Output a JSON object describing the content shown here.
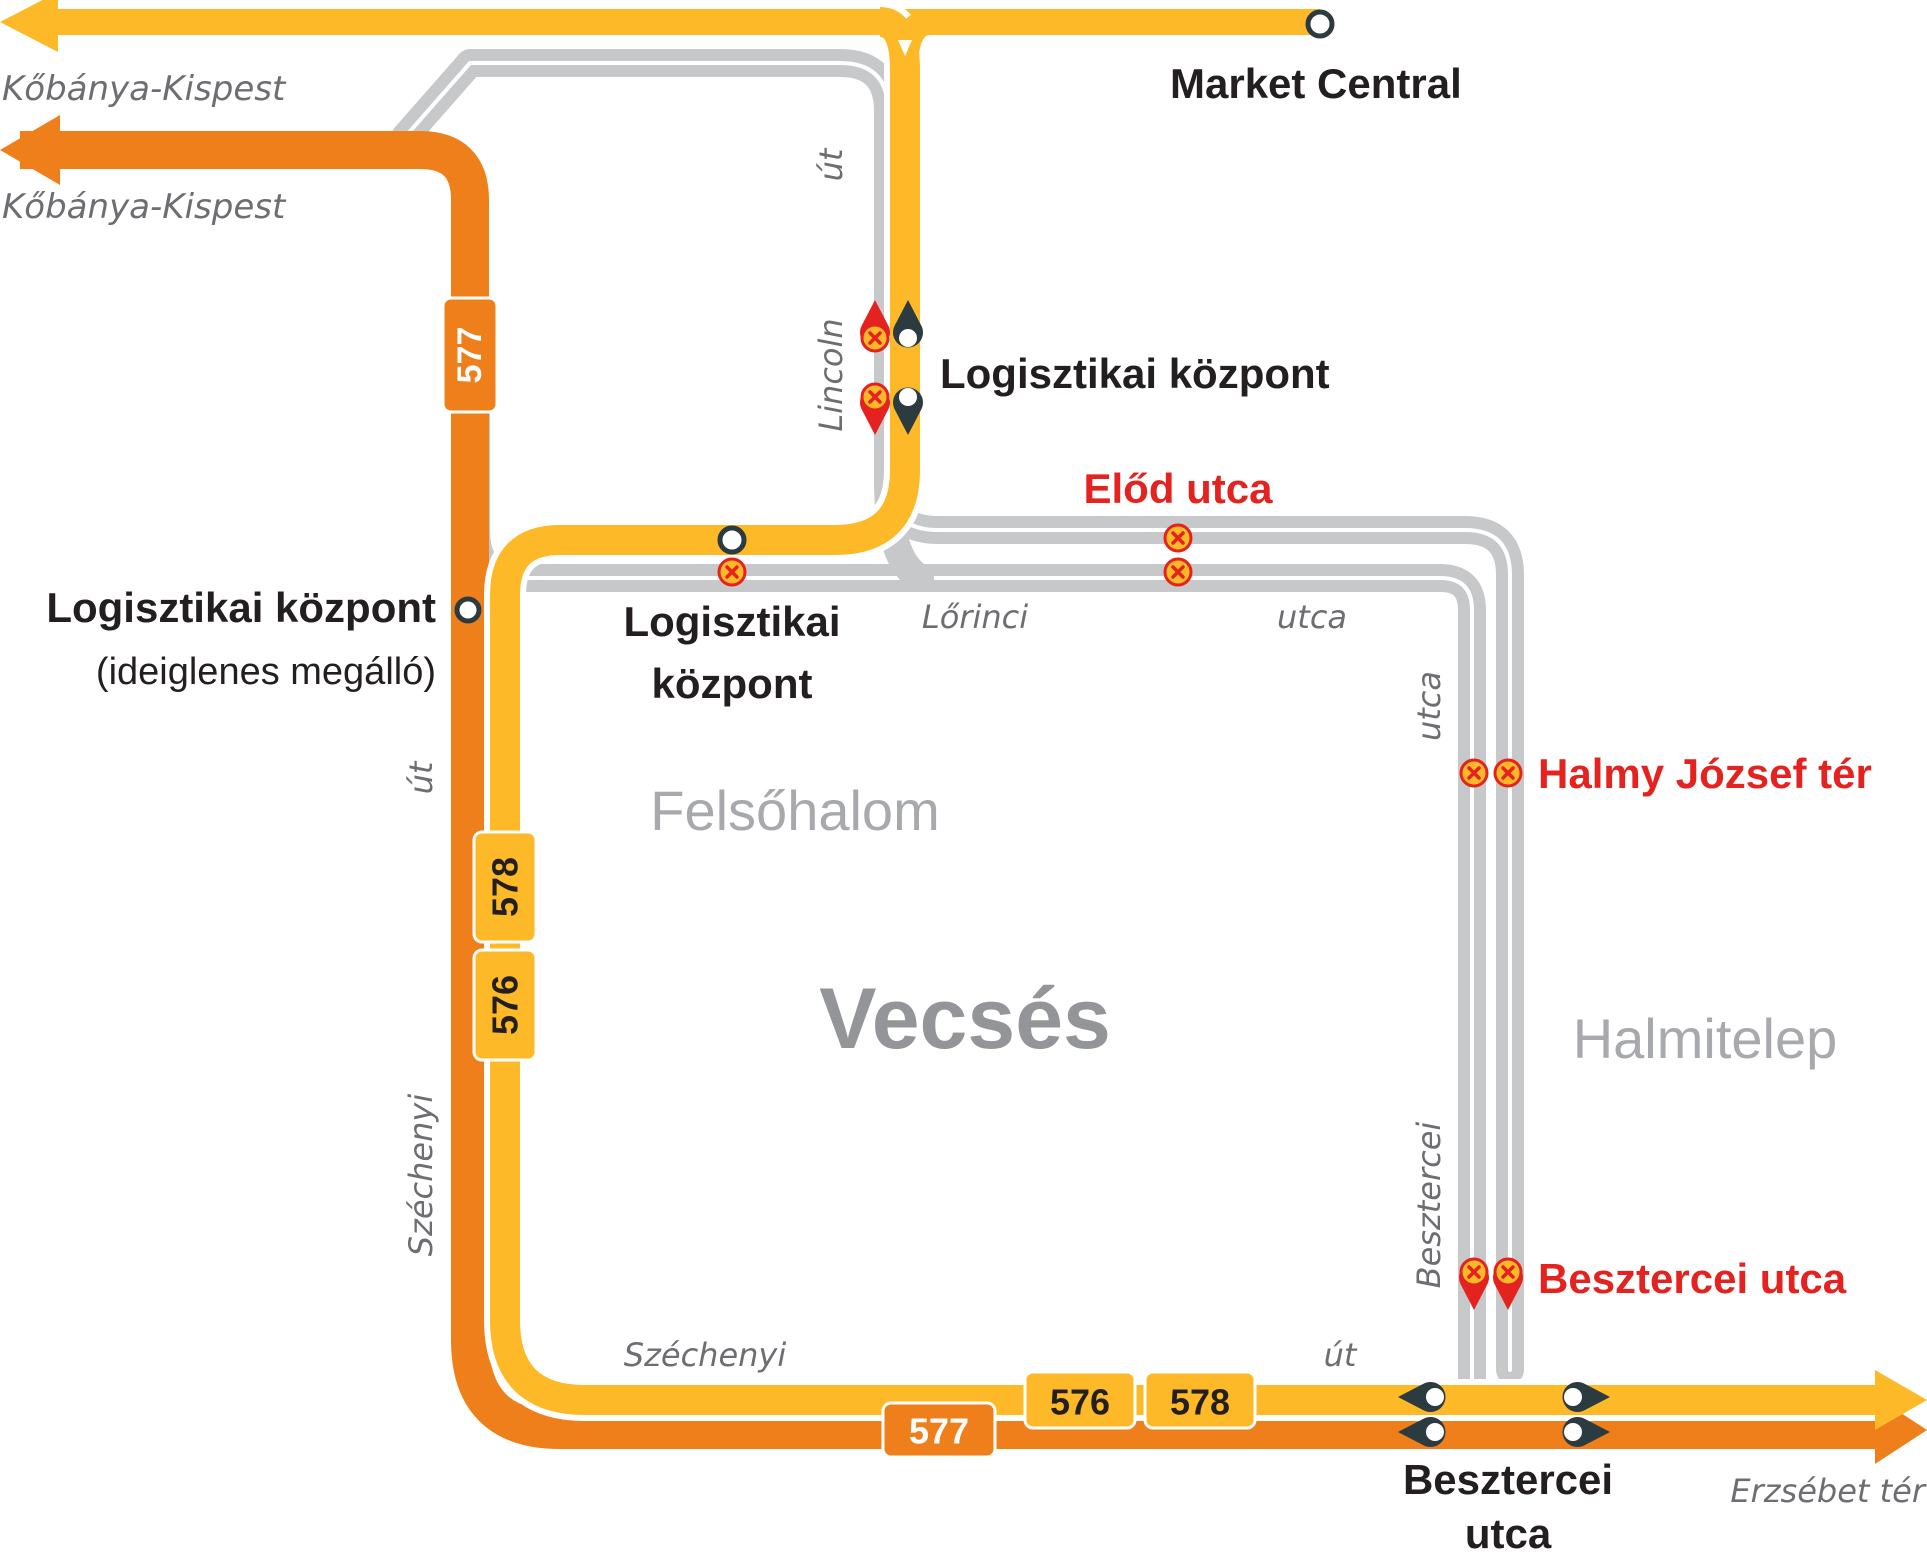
{
  "colors": {
    "route_576": "#fdb927",
    "route_578": "#fdb927",
    "route_577": "#ef7f1a",
    "detour_road": "#c7c8ca",
    "closed_stop": "#e42320",
    "closed_fill": "#fdb927",
    "stop_ring": "#2c3b3f",
    "badge_text_dark": "#231f20",
    "badge_text_light": "#ffffff"
  },
  "destinations": {
    "kobanya_top": "Kőbánya-Kispest",
    "kobanya_bottom": "Kőbánya-Kispest",
    "erzsebet": "Erzsébet tér"
  },
  "stops": {
    "market_central": "Market Central",
    "logisztikai_lincoln": "Logisztikai központ",
    "logisztikai_temp": "Logisztikai központ",
    "logisztikai_temp_note": "(ideiglenes megálló)",
    "logisztikai_lorinci_1": "Logisztikai",
    "logisztikai_lorinci_2": "központ",
    "besztercei_1": "Besztercei",
    "besztercei_2": "utca"
  },
  "closed_stops": {
    "elod": "Előd utca",
    "halmy": "Halmy József tér",
    "besztercei": "Besztercei utca"
  },
  "streets": {
    "lincoln": "Lincoln",
    "lincoln_ut": "út",
    "lorinci": "Lőrinci",
    "lorinci_utca": "utca",
    "besztercei_utca_top": "utca",
    "besztercei": "Besztercei",
    "szechenyi_v": "Széchenyi",
    "szechenyi_v_ut": "út",
    "szechenyi_h": "Széchenyi",
    "szechenyi_h_ut": "út"
  },
  "areas": {
    "felsohalom": "Felsőhalom",
    "halmitelep": "Halmitelep",
    "town": "Vecsés"
  },
  "routes": {
    "r576": "576",
    "r577": "577",
    "r578": "578"
  },
  "icons": [
    "stop-circle-icon",
    "closed-stop-icon",
    "arrow-icon"
  ]
}
